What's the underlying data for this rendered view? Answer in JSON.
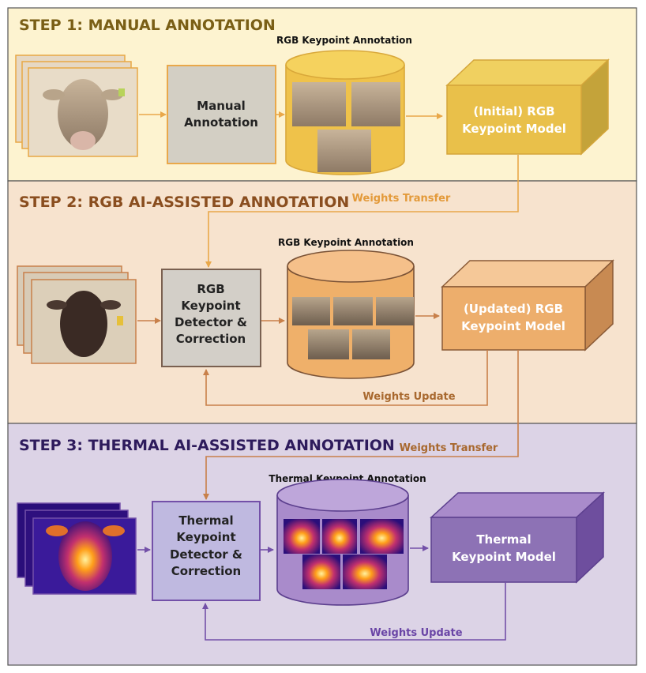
{
  "colors": {
    "step1_bg": "#FDF3D0",
    "step2_bg": "#F7E3CE",
    "step3_bg": "#DCD3E6",
    "step1_accent": "#E9C04A",
    "step2_accent": "#E0A060",
    "step3_accent": "#8D72B5",
    "step1_title": "#7A5F16",
    "step2_title": "#8A4E1F",
    "step3_title": "#2E1B5C",
    "process_box": "#D3CFC4",
    "step3_process_box": "#BFB9E0"
  },
  "steps": [
    {
      "title": "STEP 1: MANUAL ANNOTATION",
      "images_icon": "cow-rgb-photo-stack-icon",
      "process_label": [
        "Manual",
        "Annotation"
      ],
      "db_label": "RGB Keypoint Annotation",
      "db_icon": "image-database-icon",
      "model_label": [
        "(Initial) RGB",
        "Keypoint Model"
      ],
      "transfer_label": "Weights Transfer"
    },
    {
      "title": "STEP 2: RGB AI-ASSISTED ANNOTATION",
      "images_icon": "cow-rgb-photo-stack-icon",
      "process_label": [
        "RGB",
        "Keypoint",
        "Detector &",
        "Correction"
      ],
      "db_label": "RGB Keypoint Annotation",
      "db_icon": "image-database-icon",
      "model_label": [
        "(Updated) RGB",
        "Keypoint Model"
      ],
      "update_label": "Weights Update",
      "transfer_label": "Weights Transfer"
    },
    {
      "title": "STEP 3: THERMAL AI-ASSISTED ANNOTATION",
      "images_icon": "cow-thermal-photo-stack-icon",
      "process_label": [
        "Thermal",
        "Keypoint",
        "Detector &",
        "Correction"
      ],
      "db_label": "Thermal Keypoint Annotation",
      "db_icon": "image-database-icon",
      "model_label": [
        "Thermal",
        "Keypoint Model"
      ],
      "update_label": "Weights Update"
    }
  ]
}
